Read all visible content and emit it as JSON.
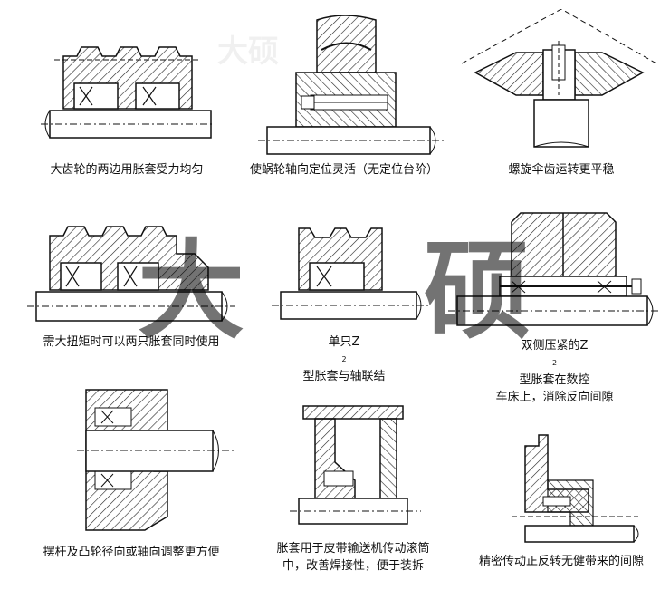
{
  "figure": {
    "watermark_left": "大",
    "watermark_right": "硕",
    "ghost_watermark": "大硕",
    "colors": {
      "line": "#111111",
      "hatch": "#333333",
      "background": "#ffffff"
    }
  },
  "diagrams": [
    {
      "id": "d1",
      "caption": [
        "大齿轮的两边用胀套受力均匀"
      ]
    },
    {
      "id": "d2",
      "caption": [
        "使蜗轮轴向定位灵活（无定位台阶）"
      ]
    },
    {
      "id": "d3",
      "caption": [
        "螺旋伞齿运转更平稳"
      ]
    },
    {
      "id": "d4",
      "caption": [
        "需大扭矩时可以两只胀套同时使用"
      ]
    },
    {
      "id": "d5",
      "caption_pre": "单只Z",
      "caption_sub": "2",
      "caption_post": "型胀套与轴联结"
    },
    {
      "id": "d6",
      "caption_pre": "双侧压紧的Z",
      "caption_sub": "2",
      "caption_post": "型胀套在数控",
      "caption_line2": "车床上，消除反向间隙"
    },
    {
      "id": "d7",
      "caption": [
        "摆杆及凸轮径向或轴向调整更方便"
      ]
    },
    {
      "id": "d8",
      "caption": [
        "胀套用于皮带输送机传动滚筒",
        "中，改善焊接性，便于装拆"
      ]
    },
    {
      "id": "d9",
      "caption": [
        "精密传动正反转无健带来的间隙"
      ]
    }
  ]
}
